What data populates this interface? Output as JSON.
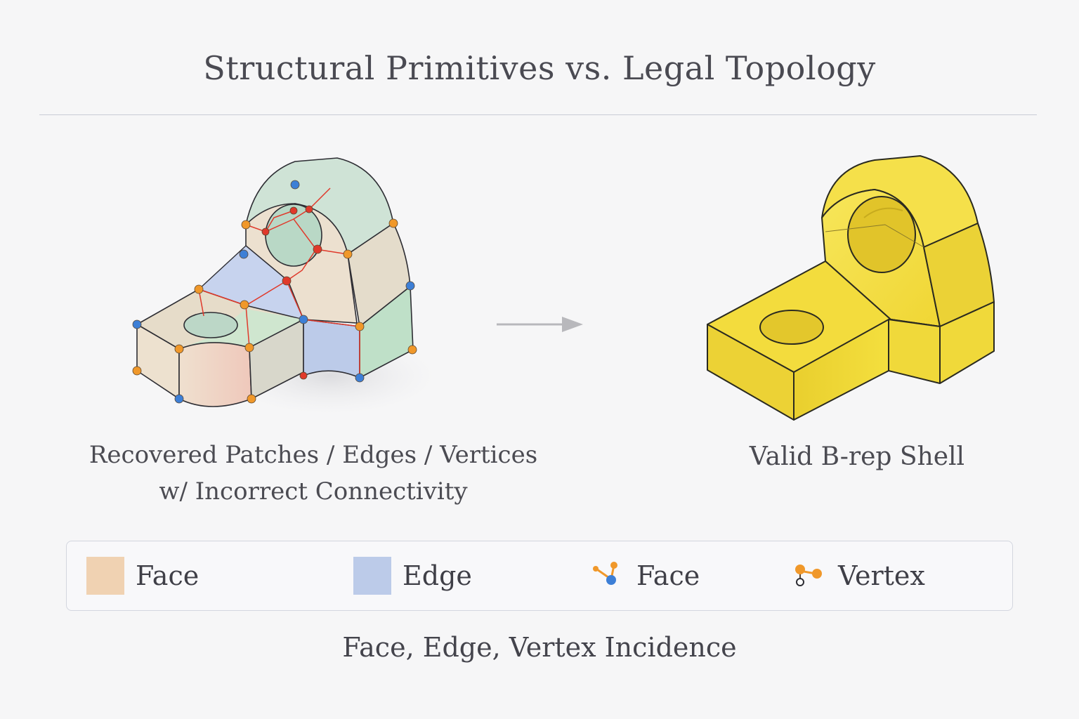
{
  "title": "Structural Primitives vs. Legal Topology",
  "left_caption": {
    "line1": "Recovered Patches / Edges / Vertices",
    "line2": "w/ Incorrect Connectivity"
  },
  "right_caption": "Valid B-rep Shell",
  "legend": {
    "items": [
      {
        "label": "Face",
        "color": "#f0d2b2",
        "kind": "swatch"
      },
      {
        "label": "Edge",
        "color": "#bccbe9",
        "kind": "swatch"
      },
      {
        "label": "Face",
        "kind": "icon",
        "icon": "face-node-icon"
      },
      {
        "label": "Vertex",
        "kind": "icon",
        "icon": "vertex-node-icon"
      }
    ]
  },
  "footer": "Face, Edge, Vertex Incidence",
  "colors": {
    "face_patch": "#f0d2b2",
    "edge_patch": "#bccbe9",
    "green_patch": "#bfe0c8",
    "solid_yellow": "#f2dc3a",
    "vertex_orange": "#f0982a",
    "vertex_blue": "#3d7fd6",
    "connection_red": "#e0392b"
  }
}
